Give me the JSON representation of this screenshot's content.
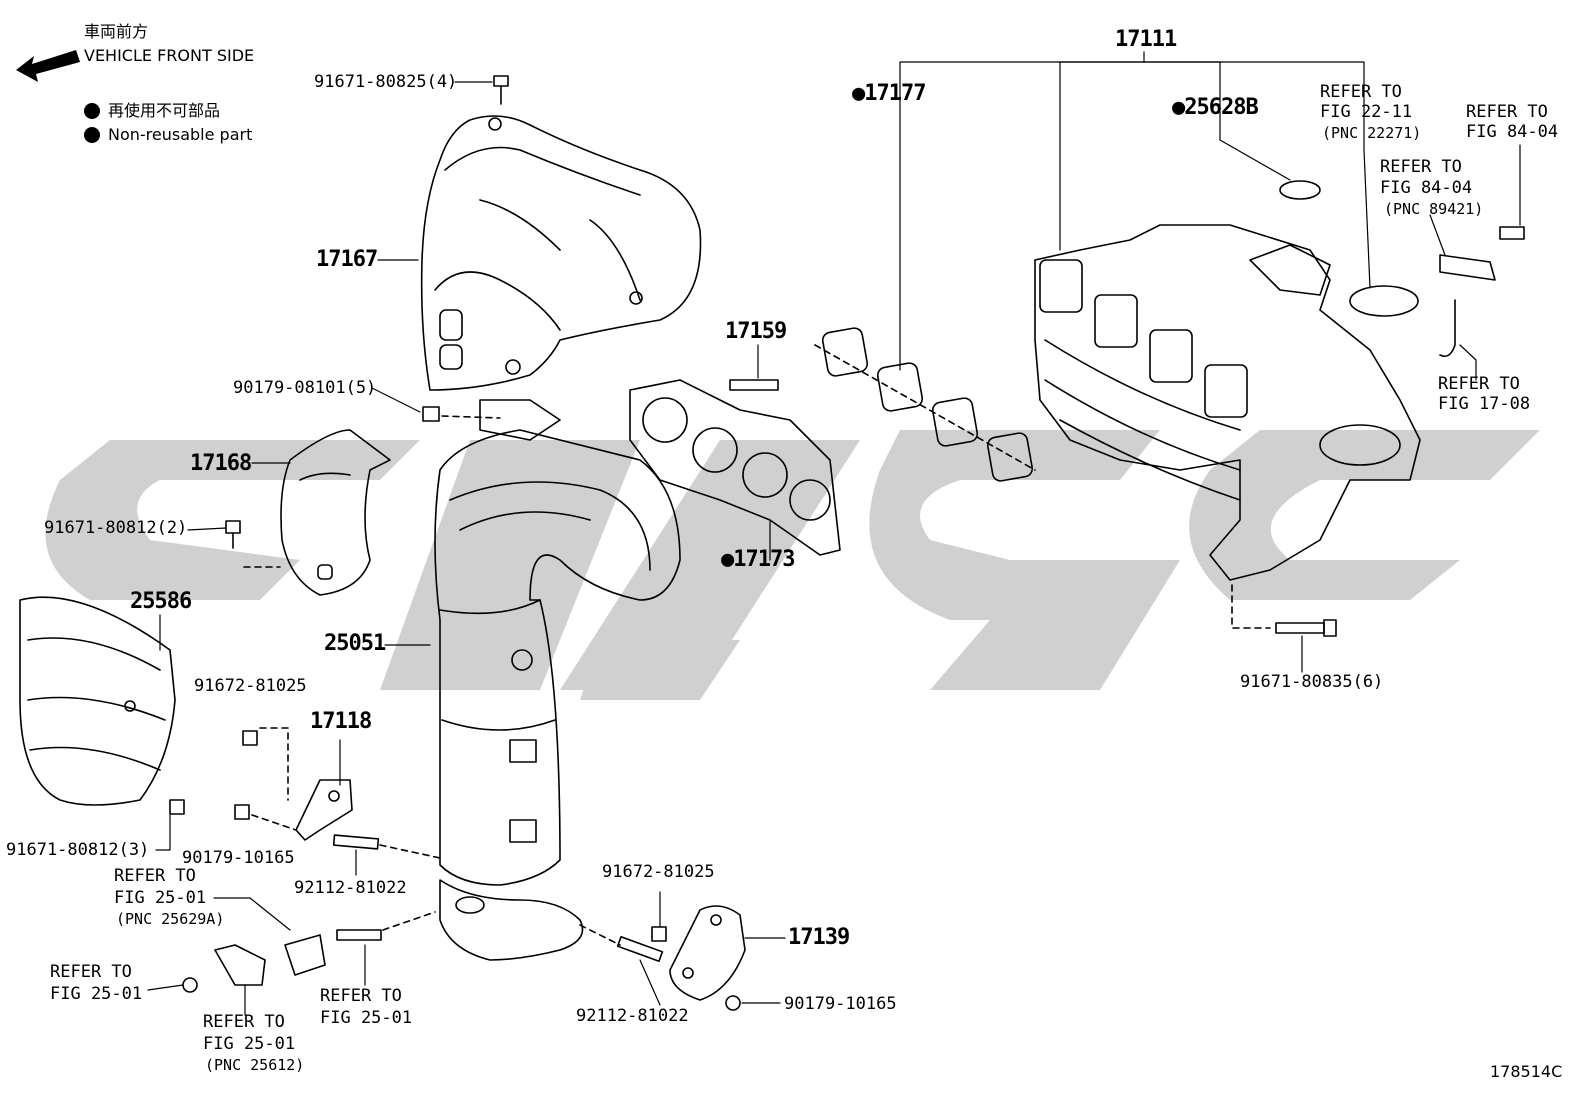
{
  "header": {
    "front_jp": "車両前方",
    "front_en": "VEHICLE FRONT SIDE",
    "legend_jp": "再使用不可部品",
    "legend_en": "Non-reusable part"
  },
  "colors": {
    "ink": "#000000",
    "watermark": "#c8c8c8",
    "background": "#ffffff"
  },
  "parts": {
    "p17111": "17111",
    "p17177": "●17177",
    "p25628B": "●25628B",
    "p91671_80825": "91671-80825(4)",
    "p17167": "17167",
    "p17159": "17159",
    "p90179_08101": "90179-08101(5)",
    "p17168": "17168",
    "p91671_80812_2": "91671-80812(2)",
    "p17173": "●17173",
    "p25586": "25586",
    "p25051": "25051",
    "p91672_81025_a": "91672-81025",
    "p17118": "17118",
    "p91671_80812_3": "91671-80812(3)",
    "p90179_10165_a": "90179-10165",
    "p92112_81022_a": "92112-81022",
    "p91672_81025_b": "91672-81025",
    "p17139": "17139",
    "p90179_10165_b": "90179-10165",
    "p92112_81022_b": "92112-81022",
    "p91671_80835": "91671-80835(6)"
  },
  "refs": {
    "r1_a": "REFER TO",
    "r1_b": "FIG 22-11",
    "r1_c": "(PNC 22271)",
    "r2_a": "REFER TO",
    "r2_b": "FIG 84-04",
    "r3_a": "REFER TO",
    "r3_b": "FIG 84-04",
    "r3_c": "(PNC 89421)",
    "r4_a": "REFER TO",
    "r4_b": "FIG 17-08",
    "r5_a": "REFER TO",
    "r5_b": "FIG 25-01",
    "r5_c": "(PNC 25629A)",
    "r6_a": "REFER TO",
    "r6_b": "FIG 25-01",
    "r7_a": "REFER TO",
    "r7_b": "FIG 25-01",
    "r8_a": "REFER TO",
    "r8_b": "FIG 25-01",
    "r8_c": "(PNC 25612)"
  },
  "figure_id": "178514C"
}
